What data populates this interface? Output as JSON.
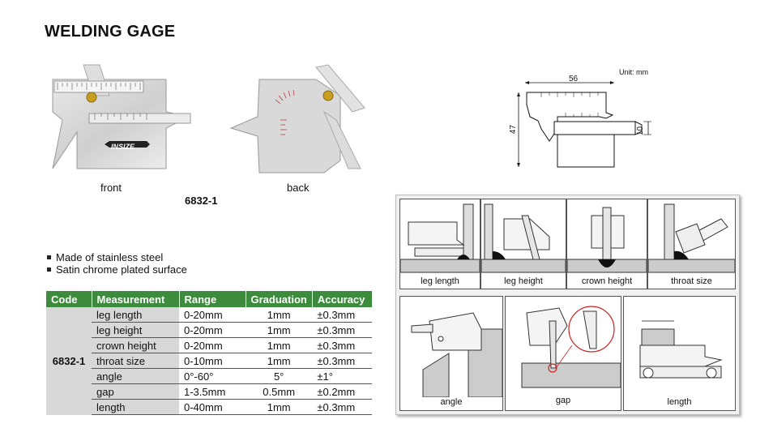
{
  "title": "WELDING GAGE",
  "brand_logo": "INSIZE",
  "photo_captions": {
    "front": "front",
    "back": "back"
  },
  "product_code": "6832-1",
  "features": [
    "Made of stainless steel",
    "Satin chrome plated surface"
  ],
  "dimensions": {
    "unit": "Unit: mm",
    "width": "56",
    "height": "47",
    "thickness": "10"
  },
  "table": {
    "headers": [
      "Code",
      "Measurement",
      "Range",
      "Graduation",
      "Accuracy"
    ],
    "code": "6832-1",
    "rows": [
      {
        "measurement": "leg length",
        "range": "0-20mm",
        "graduation": "1mm",
        "accuracy": "±0.3mm"
      },
      {
        "measurement": "leg height",
        "range": "0-20mm",
        "graduation": "1mm",
        "accuracy": "±0.3mm"
      },
      {
        "measurement": "crown height",
        "range": "0-20mm",
        "graduation": "1mm",
        "accuracy": "±0.3mm"
      },
      {
        "measurement": "throat size",
        "range": "0-10mm",
        "graduation": "1mm",
        "accuracy": "±0.3mm"
      },
      {
        "measurement": "angle",
        "range": "0°-60°",
        "graduation": "5°",
        "accuracy": "±1°"
      },
      {
        "measurement": "gap",
        "range": "1-3.5mm",
        "graduation": "0.5mm",
        "accuracy": "±0.2mm"
      },
      {
        "measurement": "length",
        "range": "0-40mm",
        "graduation": "1mm",
        "accuracy": "±0.3mm"
      }
    ]
  },
  "usage_labels": [
    "leg length",
    "leg height",
    "crown height",
    "throat size",
    "angle",
    "gap",
    "length"
  ],
  "colors": {
    "header_green": "#3d8b3d",
    "gray_cell": "#d8d8d8",
    "gold_screw": "#c8a020"
  }
}
